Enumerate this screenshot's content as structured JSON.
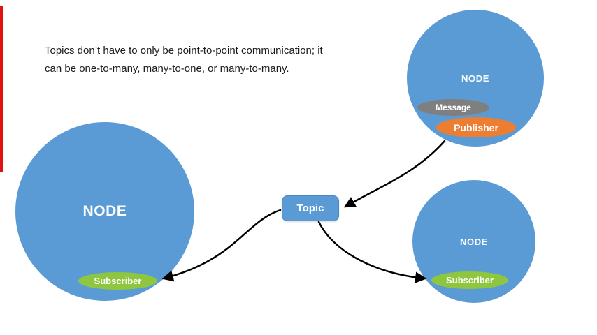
{
  "caption": {
    "line1": "Topics don’t have to only be point-to-point communication; it",
    "line2": "can be one-to-many, many-to-one, or many-to-many."
  },
  "topic": {
    "label": "Topic"
  },
  "nodes": {
    "left": {
      "label": "NODE",
      "subscriber": "Subscriber"
    },
    "top_right": {
      "label": "NODE",
      "message": "Message",
      "publisher": "Publisher"
    },
    "bottom_right": {
      "label": "NODE",
      "subscriber": "Subscriber"
    }
  },
  "colors": {
    "node_blue": "#5b9bd5",
    "subscriber_green": "#8ec63f",
    "publisher_orange": "#ed7d31",
    "message_gray": "#7f7f7f",
    "topic_blue": "#5b9bd5",
    "accent_red": "#e11212",
    "arrow_black": "#000000"
  }
}
